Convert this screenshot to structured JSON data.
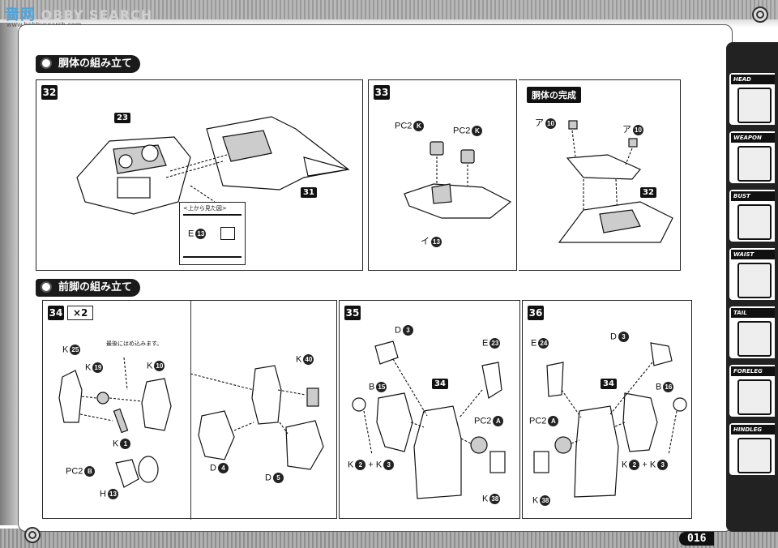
{
  "watermark": {
    "cn": "啬网",
    "text": "OBBY SEARCH",
    "url": "www.hobbysearch.com"
  },
  "sections": [
    {
      "title": "胴体の組み立て"
    },
    {
      "title": "前脚の組み立て"
    }
  ],
  "step32": {
    "num": "32",
    "labels": {
      "p23": "23",
      "p31": "31"
    },
    "inset": {
      "title": "<上から見た図>",
      "part": "E",
      "part_num": "13"
    }
  },
  "step33": {
    "num": "33",
    "pc2k_a": "PC2",
    "pc2k_b": "PC2",
    "k": "K",
    "i_label": "イ",
    "i_num": "13"
  },
  "complete": {
    "title": "胴体の完成",
    "a_left": "ア",
    "a_right": "ア",
    "num10": "10",
    "p32": "32"
  },
  "step34": {
    "num": "34",
    "times": "×2",
    "note": "最後にはめ込みます。",
    "k25": "K",
    "n25": "25",
    "k19": "K",
    "n19": "19",
    "k10": "K",
    "n10": "10",
    "k1": "K",
    "n1": "1",
    "pc2b": "PC2",
    "b": "B",
    "h13": "H",
    "n13": "13",
    "k40": "K",
    "n40": "40",
    "d4": "D",
    "n4": "4",
    "d5": "D",
    "n5": "5"
  },
  "step35": {
    "num": "35",
    "d3": "D",
    "n3": "3",
    "e23": "E",
    "n23": "23",
    "b15": "B",
    "n15": "15",
    "p34": "34",
    "pc2a": "PC2",
    "a": "A",
    "k2": "K",
    "n2": "2",
    "plus": "+",
    "k3": "K",
    "n3b": "3",
    "k38": "K",
    "n38": "38"
  },
  "step36": {
    "num": "36",
    "e24": "E",
    "n24": "24",
    "d3": "D",
    "n3": "3",
    "p34": "34",
    "b16": "B",
    "n16": "16",
    "pc2a": "PC2",
    "a": "A",
    "k2": "K",
    "n2": "2",
    "plus": "+",
    "k3": "K",
    "n3b": "3",
    "k38": "K",
    "n38": "38"
  },
  "tabs": [
    {
      "label": "HEAD"
    },
    {
      "label": "WEAPON"
    },
    {
      "label": "BUST"
    },
    {
      "label": "WAIST"
    },
    {
      "label": "TAIL"
    },
    {
      "label": "FORELEG"
    },
    {
      "label": "HINDLEG"
    }
  ],
  "page_number": "016"
}
